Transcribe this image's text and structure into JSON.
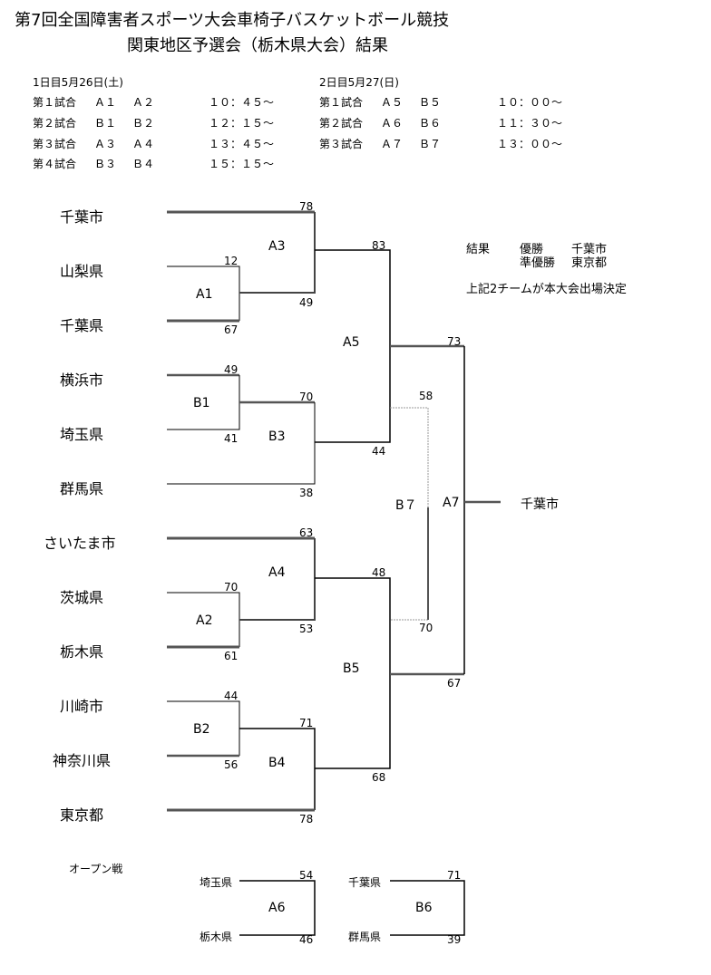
{
  "title": {
    "line1": "第7回全国障害者スポーツ大会車椅子バスケットボール競技",
    "line2": "関東地区予選会（栃木県大会）結果"
  },
  "day1": {
    "heading": "1日目5月26日(土)",
    "games": [
      {
        "label": "第１試合",
        "code": "Ａ１",
        "code2": "Ａ２",
        "time": "１０：４５～"
      },
      {
        "label": "第２試合",
        "code": "Ｂ１",
        "code2": "Ｂ２",
        "time": "１２：１５～"
      },
      {
        "label": "第３試合",
        "code": "Ａ３",
        "code2": "Ａ４",
        "time": "１３：４５～"
      },
      {
        "label": "第４試合",
        "code": "Ｂ３",
        "code2": "Ｂ４",
        "time": "１５：１５～"
      }
    ]
  },
  "day2": {
    "heading": "2日目5月27(日)",
    "games": [
      {
        "label": "第１試合",
        "code": "Ａ５",
        "code2": "Ｂ５",
        "time": "１０：００～"
      },
      {
        "label": "第２試合",
        "code": "Ａ６",
        "code2": "Ｂ６",
        "time": "１１：３０～"
      },
      {
        "label": "第３試合",
        "code": "Ａ７",
        "code2": "Ｂ７",
        "time": "１３：００～"
      }
    ]
  },
  "teams": [
    "千葉市",
    "山梨県",
    "千葉県",
    "横浜市",
    "埼玉県",
    "群馬県",
    "さいたま市",
    "茨城県",
    "栃木県",
    "川崎市",
    "神奈川県",
    "東京都"
  ],
  "games": {
    "A1": {
      "label": "A1",
      "scores": [
        "12",
        "67"
      ]
    },
    "B1": {
      "label": "B1",
      "scores": [
        "49",
        "41"
      ]
    },
    "A2": {
      "label": "A2",
      "scores": [
        "70",
        "61"
      ]
    },
    "B2": {
      "label": "B2",
      "scores": [
        "44",
        "56"
      ]
    },
    "A3": {
      "label": "A3",
      "scores": [
        "78",
        "49"
      ]
    },
    "B3": {
      "label": "B3",
      "scores": [
        "70",
        "38"
      ]
    },
    "A4": {
      "label": "A4",
      "scores": [
        "63",
        "53"
      ]
    },
    "B4": {
      "label": "B4",
      "scores": [
        "71",
        "78"
      ]
    },
    "A5": {
      "label": "A5",
      "scores": [
        "83",
        "44"
      ]
    },
    "B5": {
      "label": "B5",
      "scores": [
        "48",
        "68"
      ]
    },
    "B7": {
      "label": "B７",
      "scores": [
        "58",
        "70"
      ]
    },
    "A7": {
      "label": "A7",
      "scores": [
        "73",
        "67"
      ]
    }
  },
  "champion": "千葉市",
  "result": {
    "label": "結果",
    "rows": [
      {
        "rank": "優勝",
        "team": "千葉市"
      },
      {
        "rank": "準優勝",
        "team": "東京都"
      }
    ],
    "note": "上記2チームが本大会出場決定"
  },
  "open": {
    "heading": "オープン戦",
    "A6": {
      "label": "A6",
      "teams": [
        "埼玉県",
        "栃木県"
      ],
      "scores": [
        "54",
        "46"
      ]
    },
    "B6": {
      "label": "B6",
      "teams": [
        "千葉県",
        "群馬県"
      ],
      "scores": [
        "71",
        "39"
      ]
    }
  }
}
